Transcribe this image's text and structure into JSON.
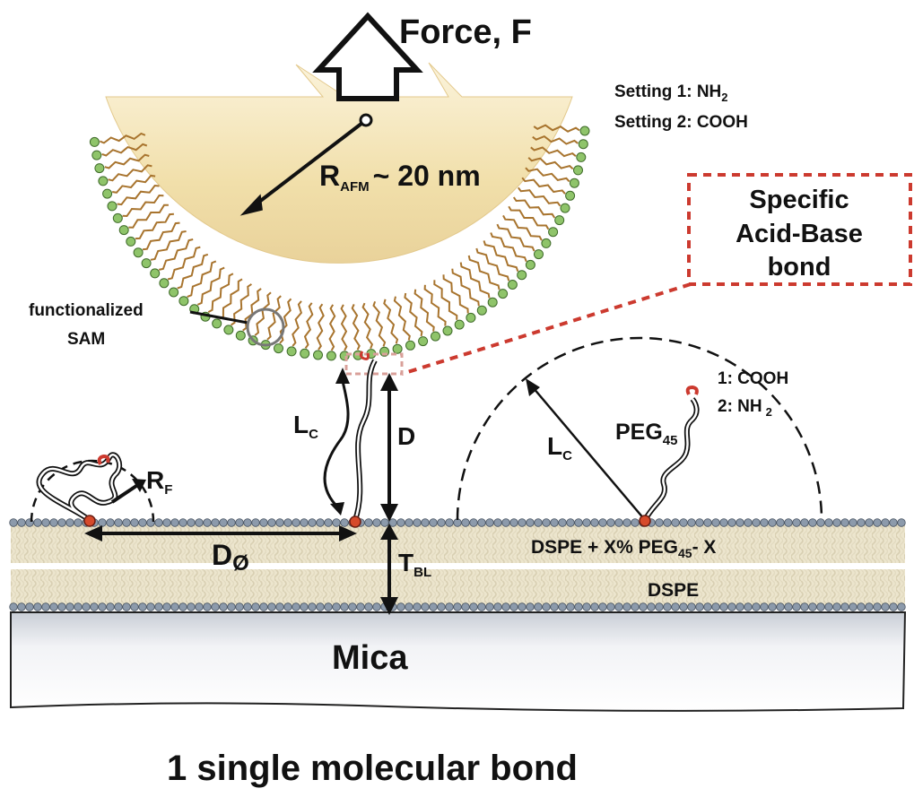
{
  "labels": {
    "force": "Force, F",
    "setting1_prefix": "Setting 1: NH",
    "setting1_sub": "2",
    "setting2": "Setting 2: COOH",
    "radius_main": "R",
    "radius_sub": "AFM",
    "radius_value": "~ 20 nm",
    "bond_line1": "Specific",
    "bond_line2": "Acid-Base",
    "bond_line3": "bond",
    "sam_line1": "functionalized",
    "sam_line2": "SAM",
    "lc_main": "L",
    "lc_sub": "C",
    "d": "D",
    "rf_main": "R",
    "rf_sub": "F",
    "dzero_main": "D",
    "dzero_sub": "Ø",
    "tbl_main": "T",
    "tbl_sub": "BL",
    "end1": "1: COOH",
    "end2_prefix": "2: NH",
    "end2_sub": "2",
    "peg_main": "PEG",
    "peg_sub": "45",
    "top_layer_prefix": "DSPE + X% PEG",
    "top_layer_sub": "45",
    "top_layer_suffix": "- X",
    "bottom_layer": "DSPE",
    "substrate": "Mica",
    "caption": "1 single molecular bond"
  },
  "colors": {
    "tip_fill": "#f3e3b3",
    "headgroup_green": "#8fc46a",
    "chain_brown": "#a8742e",
    "bilayer_head": "#8c9aab",
    "anchor_red": "#d64a2b",
    "bond_dash_red": "#cc3a2f"
  }
}
